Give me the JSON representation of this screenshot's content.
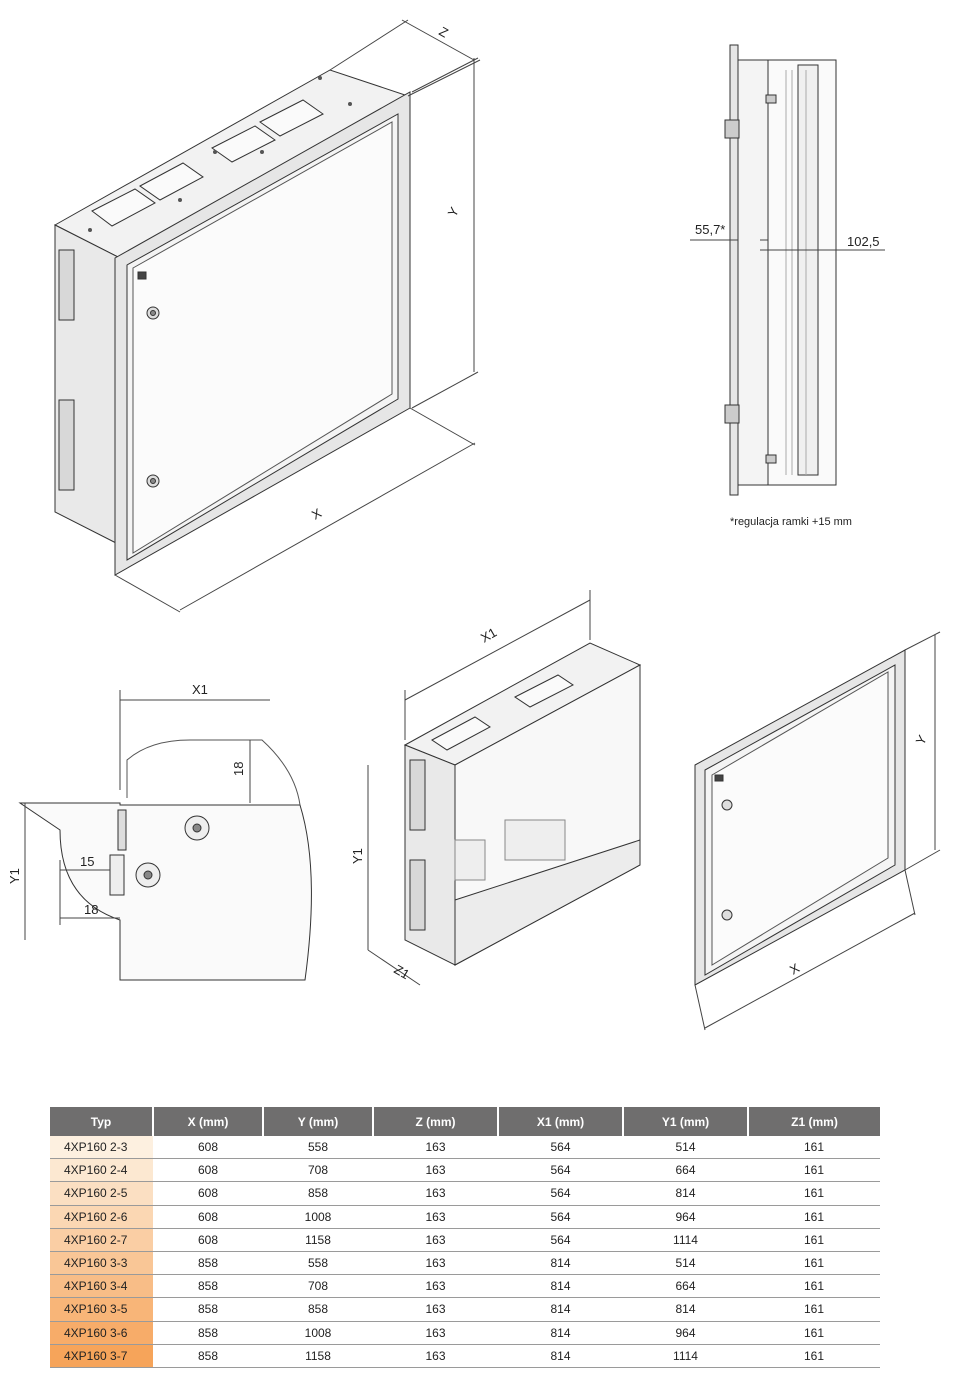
{
  "figure_labels": {
    "front_view": {
      "dim_z": "Z",
      "dim_y": "Y",
      "dim_x": "X"
    },
    "side_view": {
      "dim_left": "55,7*",
      "dim_right": "102,5",
      "footnote": "*regulacja ramki +15 mm"
    },
    "detail_view": {
      "dim_x1": "X1",
      "dim_18_vertical": "18",
      "dim_y1": "Y1",
      "dim_15": "15",
      "dim_18_horizontal": "18"
    },
    "frame_view": {
      "dim_x1": "X1",
      "dim_y1": "Y1",
      "dim_z1": "Z1"
    },
    "door_view": {
      "dim_y": "Y",
      "dim_x": "X"
    }
  },
  "table": {
    "headers": [
      "Typ",
      "X (mm)",
      "Y (mm)",
      "Z (mm)",
      "X1 (mm)",
      "Y1 (mm)",
      "Z1 (mm)"
    ],
    "header_color": "#6f6e6e",
    "type_gradient": [
      "#fdf0e0",
      "#f6a45a"
    ],
    "rows": [
      [
        "4XP160 2-3",
        "608",
        "558",
        "163",
        "564",
        "514",
        "161"
      ],
      [
        "4XP160 2-4",
        "608",
        "708",
        "163",
        "564",
        "664",
        "161"
      ],
      [
        "4XP160 2-5",
        "608",
        "858",
        "163",
        "564",
        "814",
        "161"
      ],
      [
        "4XP160 2-6",
        "608",
        "1008",
        "163",
        "564",
        "964",
        "161"
      ],
      [
        "4XP160 2-7",
        "608",
        "1158",
        "163",
        "564",
        "1114",
        "161"
      ],
      [
        "4XP160 3-3",
        "858",
        "558",
        "163",
        "814",
        "514",
        "161"
      ],
      [
        "4XP160 3-4",
        "858",
        "708",
        "163",
        "814",
        "664",
        "161"
      ],
      [
        "4XP160 3-5",
        "858",
        "858",
        "163",
        "814",
        "814",
        "161"
      ],
      [
        "4XP160 3-6",
        "858",
        "1008",
        "163",
        "814",
        "964",
        "161"
      ],
      [
        "4XP160 3-7",
        "858",
        "1158",
        "163",
        "814",
        "1114",
        "161"
      ]
    ]
  }
}
